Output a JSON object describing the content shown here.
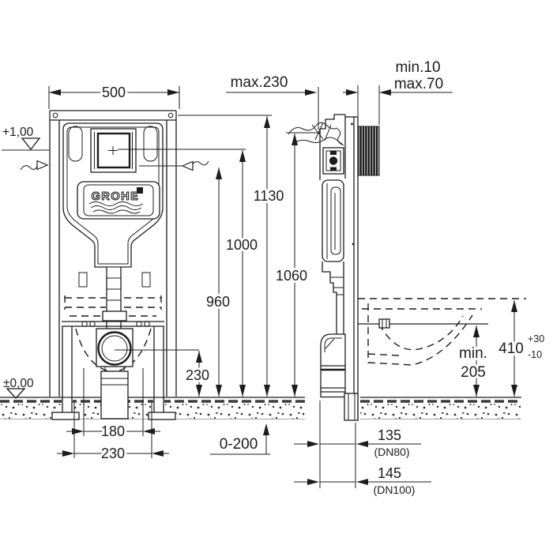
{
  "title": "Concealed WC installation frame - dimensional drawing",
  "brand": {
    "logo": "GROHE"
  },
  "front_view": {
    "dim_width": "500",
    "dim_frame_height": "1130",
    "dim_flush_center": "1000",
    "dim_inlet": "960",
    "dim_drain_height": "230",
    "level_upper": "+1,00",
    "level_floor": "±0,00",
    "dim_bolt_spacing": "180",
    "dim_leg_spacing": "230",
    "dim_leg_adjust": "0-200"
  },
  "side_view": {
    "dim_depth_max": "max.230",
    "dim_wall_min": "min.10",
    "dim_wall_max": "max.70",
    "dim_height": "1060",
    "dim_bowl_min_line1": "min.",
    "dim_bowl_min_line2": "205",
    "dim_rim_height": "410",
    "tol_plus": "+30",
    "tol_minus": "-10",
    "dim_outlet_dn80": "135",
    "dim_outlet_dn80_label": "(DN80)",
    "dim_outlet_dn100": "145",
    "dim_outlet_dn100_label": "(DN100)"
  }
}
